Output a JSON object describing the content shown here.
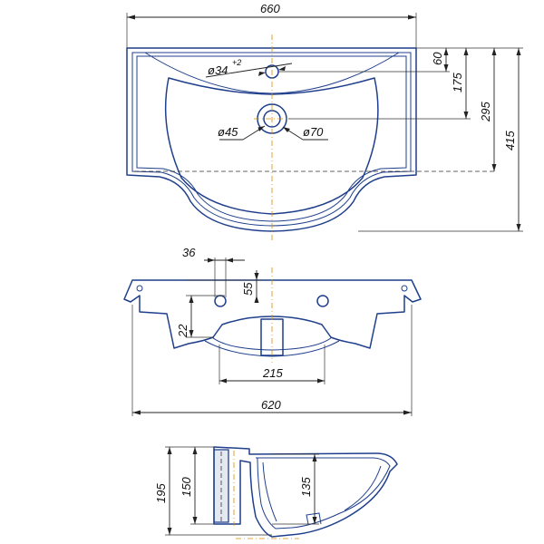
{
  "top_view": {
    "width_dim": "660",
    "hole_diameter": "ø34",
    "hole_tolerance": "+2",
    "drain_inner": "ø45",
    "drain_outer": "ø70",
    "dim_60": "60",
    "dim_175": "175",
    "dim_295": "295",
    "dim_415": "415"
  },
  "front_view": {
    "dim_36": "36",
    "dim_55": "55",
    "dim_22": "22",
    "dim_215": "215",
    "dim_620": "620"
  },
  "side_view": {
    "dim_195": "195",
    "dim_150": "150",
    "dim_135": "135"
  },
  "colors": {
    "outline": "#1f3f8c",
    "centerline": "#e08a00",
    "dimension": "#222222"
  }
}
